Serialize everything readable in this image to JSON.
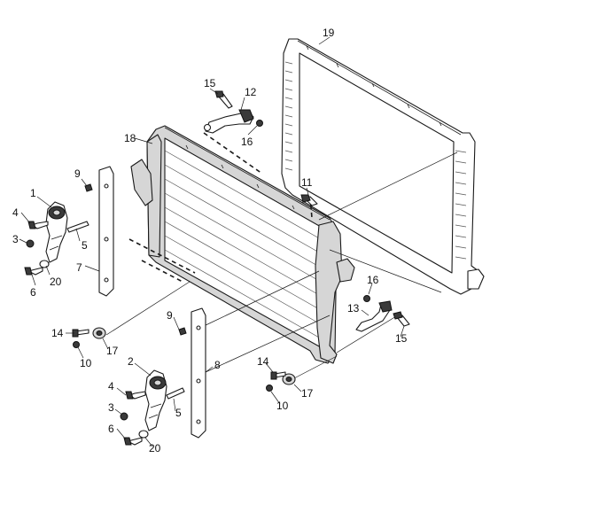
{
  "callouts": {
    "c1": "1",
    "c2": "2",
    "c3a": "3",
    "c3b": "3",
    "c4a": "4",
    "c4b": "4",
    "c5a": "5",
    "c5b": "5",
    "c6a": "6",
    "c6b": "6",
    "c7": "7",
    "c8": "8",
    "c9a": "9",
    "c9b": "9",
    "c10a": "10",
    "c10b": "10",
    "c11": "11",
    "c12": "12",
    "c13": "13",
    "c14a": "14",
    "c14b": "14",
    "c15a": "15",
    "c15b": "15",
    "c16a": "16",
    "c16b": "16",
    "c17a": "17",
    "c17b": "17",
    "c18": "18",
    "c19": "19",
    "c20a": "20",
    "c20b": "20"
  }
}
